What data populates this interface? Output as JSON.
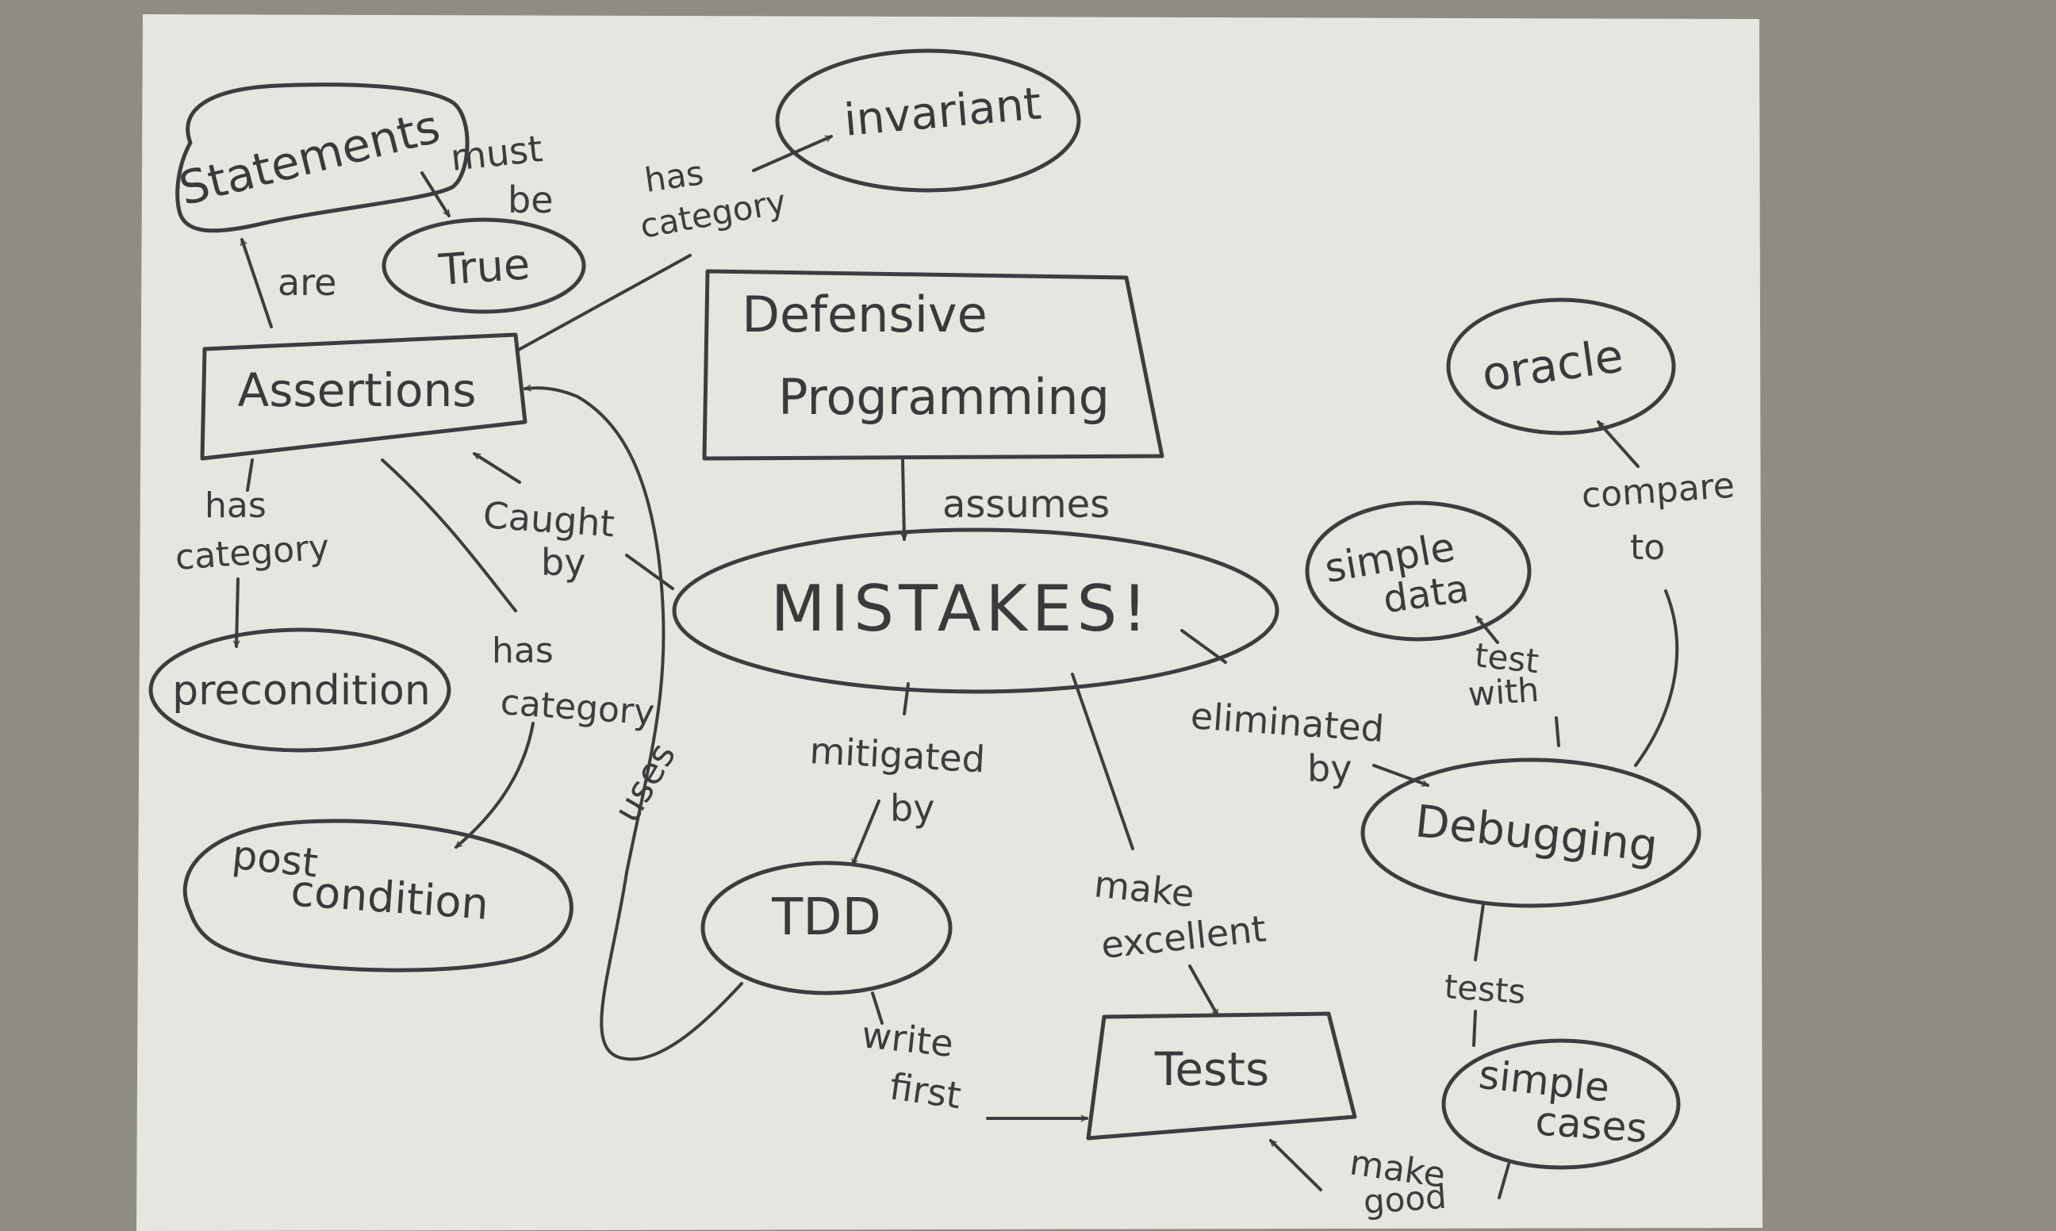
{
  "diagram": {
    "nodes": {
      "statements": "Statements",
      "true": "True",
      "invariant": "invariant",
      "assertions": "Assertions",
      "defensive_programming_line1": "Defensive",
      "defensive_programming_line2": "Programming",
      "precondition": "precondition",
      "postcondition_line1": "post",
      "postcondition_line2": "condition",
      "mistakes": "MISTAKES!",
      "tdd": "TDD",
      "tests": "Tests",
      "oracle": "oracle",
      "simple_data_line1": "simple",
      "simple_data_line2": "data",
      "debugging": "Debugging",
      "simple_cases_line1": "simple",
      "simple_cases_line2": "cases"
    },
    "edges": {
      "must_be_line1": "must",
      "must_be_line2": "be",
      "are": "are",
      "has_category_top_line1": "has",
      "has_category_top_line2": "category",
      "has_category_left_line1": "has",
      "has_category_left_line2": "category",
      "has_category_mid_line1": "has",
      "has_category_mid_line2": "category",
      "caught_by_line1": "Caught",
      "caught_by_line2": "by",
      "assumes": "assumes",
      "uses": "uses",
      "mitigated_by_line1": "mitigated",
      "mitigated_by_line2": "by",
      "make_excellent_line1": "make",
      "make_excellent_line2": "excellent",
      "eliminated_by_line1": "eliminated",
      "eliminated_by_line2": "by",
      "write_first_line1": "write",
      "write_first_line2": "first",
      "compare_to_line1": "compare",
      "compare_to_line2": "to",
      "test_with_line1": "test",
      "test_with_line2": "with",
      "tests": "tests",
      "make_good_line1": "make",
      "make_good_line2": "good"
    }
  },
  "colors": {
    "paper": "#e8e8e2",
    "ink": "#3d3d3f",
    "background": "#8e8c83"
  }
}
